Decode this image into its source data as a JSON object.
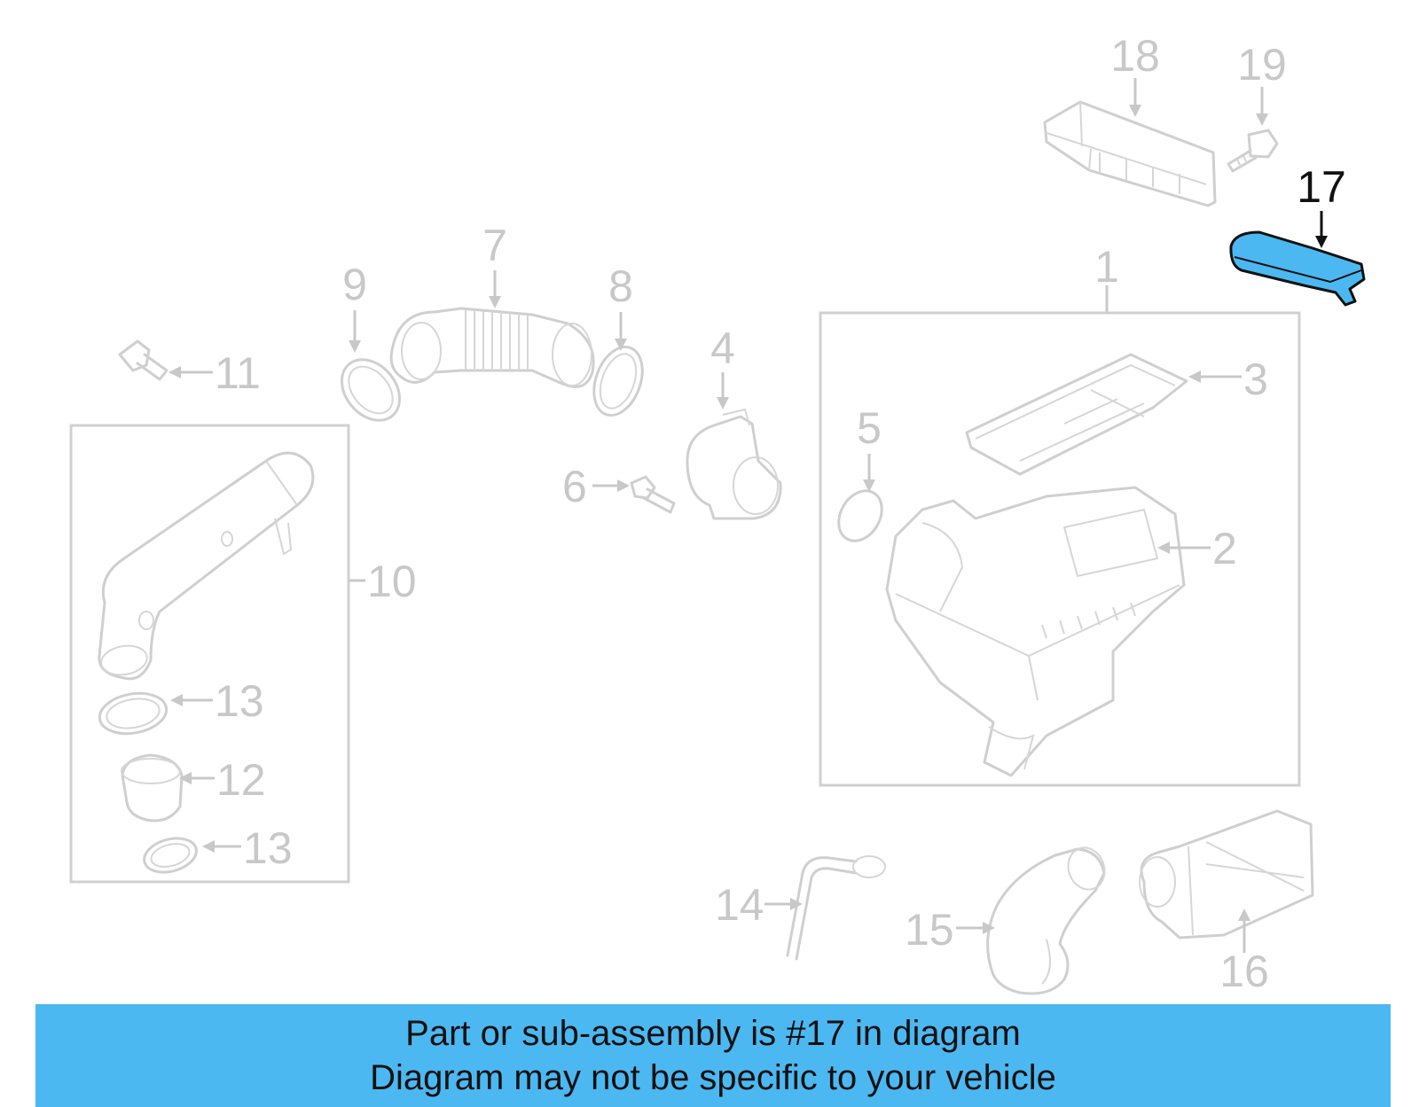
{
  "callouts": {
    "n1": "1",
    "n2": "2",
    "n3": "3",
    "n4": "4",
    "n5": "5",
    "n6": "6",
    "n7": "7",
    "n8": "8",
    "n9": "9",
    "n10": "10",
    "n11": "11",
    "n12": "12",
    "n13a": "13",
    "n13b": "13",
    "n14": "14",
    "n15": "15",
    "n16": "16",
    "n17": "17",
    "n18": "18",
    "n19": "19"
  },
  "highlight": {
    "part": "17",
    "color": "#4cb8f1"
  },
  "banner": {
    "line1": "Part or sub-assembly is #17 in diagram",
    "line2": "Diagram may not be specific to your vehicle",
    "background": "#4cb8f1"
  }
}
